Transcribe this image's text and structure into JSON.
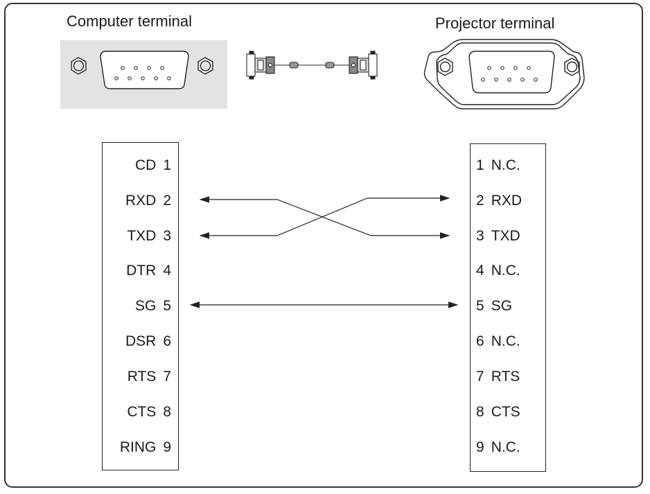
{
  "titles": {
    "computer": "Computer terminal",
    "projector": "Projector terminal"
  },
  "computer_pins": [
    {
      "name": "CD",
      "num": "1"
    },
    {
      "name": "RXD",
      "num": "2"
    },
    {
      "name": "TXD",
      "num": "3"
    },
    {
      "name": "DTR",
      "num": "4"
    },
    {
      "name": "SG",
      "num": "5"
    },
    {
      "name": "DSR",
      "num": "6"
    },
    {
      "name": "RTS",
      "num": "7"
    },
    {
      "name": "CTS",
      "num": "8"
    },
    {
      "name": "RING",
      "num": "9"
    }
  ],
  "projector_pins": [
    {
      "num": "1",
      "name": "N.C."
    },
    {
      "num": "2",
      "name": "RXD"
    },
    {
      "num": "3",
      "name": "TXD"
    },
    {
      "num": "4",
      "name": "N.C."
    },
    {
      "num": "5",
      "name": "SG"
    },
    {
      "num": "6",
      "name": "N.C."
    },
    {
      "num": "7",
      "name": "RTS"
    },
    {
      "num": "8",
      "name": "CTS"
    },
    {
      "num": "9",
      "name": "N.C."
    }
  ],
  "connections": [
    {
      "from": "RXD",
      "to": "TXD",
      "type": "cross"
    },
    {
      "from": "TXD",
      "to": "RXD",
      "type": "cross"
    },
    {
      "from": "SG",
      "to": "SG",
      "type": "straight"
    }
  ],
  "colors": {
    "line": "#222222",
    "computer_bg": "#e3e3e3"
  }
}
